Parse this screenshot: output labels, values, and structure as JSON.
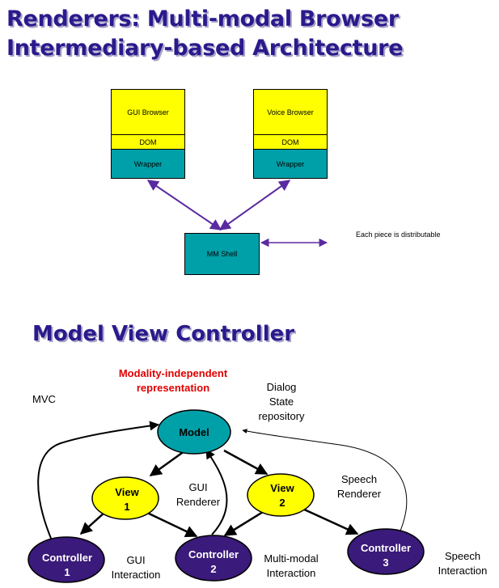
{
  "title": {
    "line1": "Renderers: Multi-modal  Browser",
    "line2": "Intermediary-based Architecture"
  },
  "arch": {
    "gui_browser": "GUI Browser",
    "gui_dom": "DOM",
    "gui_wrapper": "Wrapper",
    "voice_browser": "Voice Browser",
    "voice_dom": "DOM",
    "voice_wrapper": "Wrapper",
    "mm_shell": "MM Shell",
    "note": "Each piece is distributable"
  },
  "mvc": {
    "title": "Model View Controller",
    "mvc_label": "MVC",
    "modality_line1": "Modality-independent",
    "modality_line2": "representation",
    "dialog_line1": "Dialog",
    "dialog_line2": "State",
    "dialog_line3": "repository",
    "model": "Model",
    "view1_line1": "View",
    "view1_line2": "1",
    "view2_line1": "View",
    "view2_line2": "2",
    "gui_renderer_line1": "GUI",
    "gui_renderer_line2": "Renderer",
    "speech_renderer_line1": "Speech",
    "speech_renderer_line2": "Renderer",
    "controller1_line1": "Controller",
    "controller1_line2": "1",
    "controller2_line1": "Controller",
    "controller2_line2": "2",
    "controller3_line1": "Controller",
    "controller3_line2": "3",
    "gui_interaction_line1": "GUI",
    "gui_interaction_line2": "Interaction",
    "multimodal_line1": "Multi-modal",
    "multimodal_line2": "Interaction",
    "speech_interaction_line1": "Speech",
    "speech_interaction_line2": "Interaction"
  },
  "colors": {
    "title": "#2a1a8c",
    "box_yellow": "#ffff00",
    "box_teal": "#00a0a8",
    "arrow_purple": "#5a2aa0",
    "controller_fill": "#3a1a7a",
    "modality_text": "#e00000"
  }
}
